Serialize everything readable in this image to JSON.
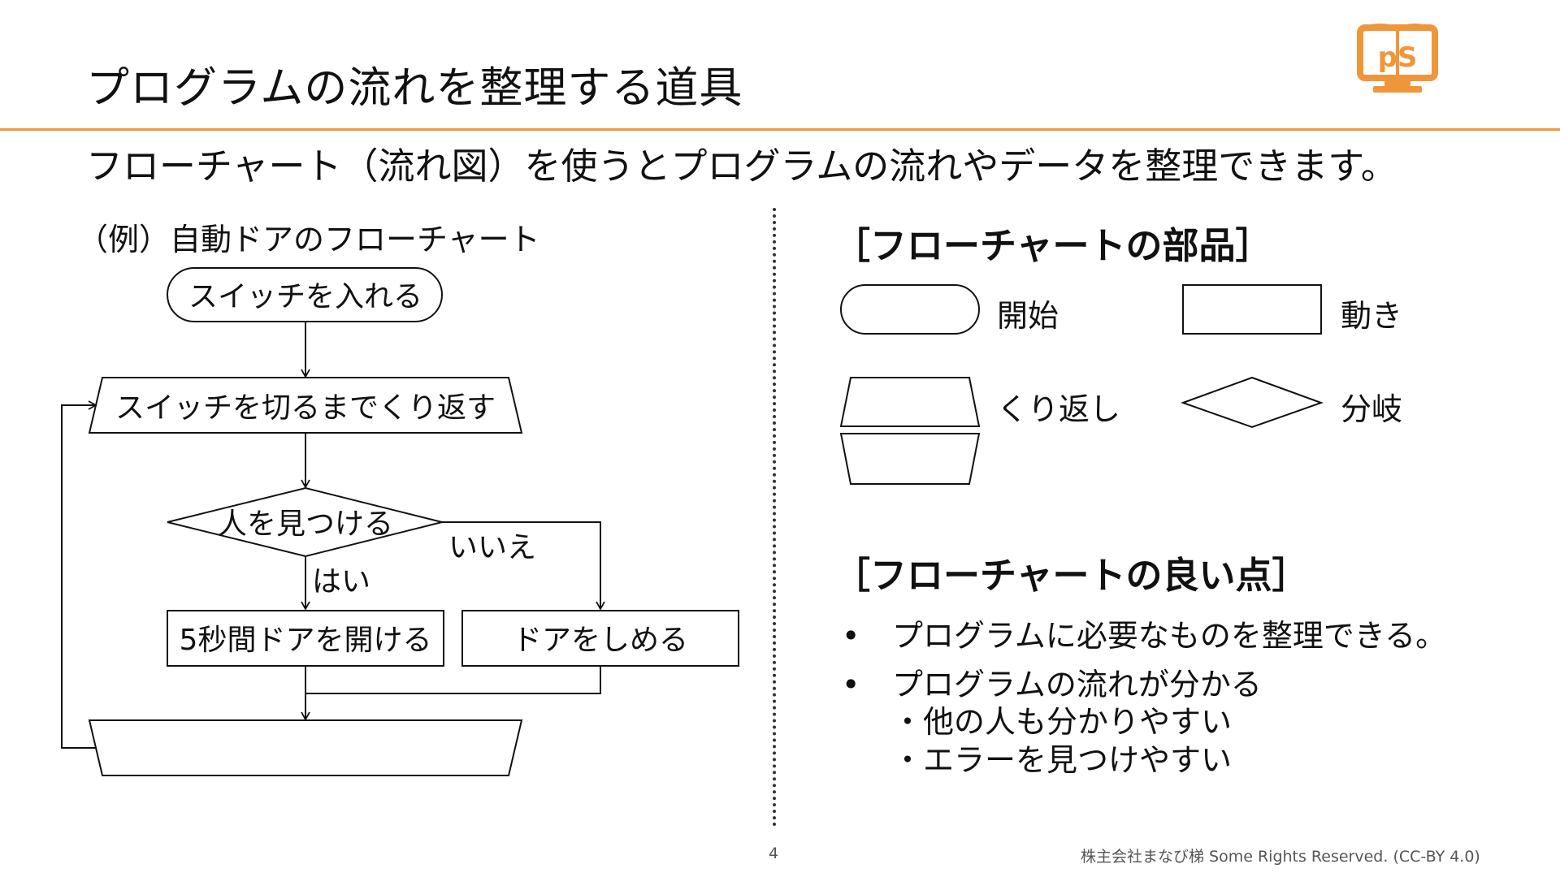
{
  "title": "プログラムの流れを整理する道具",
  "subtitle": "フローチャート（流れ図）を使うとプログラムの流れやデータを整理できます。",
  "logo": {
    "icon": "monitor-book-logo-icon",
    "text": "pS",
    "color": "#f0963a"
  },
  "accent_color": "#f0963a",
  "example": {
    "title": "（例）自動ドアのフローチャート",
    "start": "スイッチを入れる",
    "loop": "スイッチを切るまでくり返す",
    "decision": "人を見つける",
    "yes": "はい",
    "no": "いいえ",
    "action_yes": "5秒間ドアを開ける",
    "action_no": "ドアをしめる"
  },
  "parts": {
    "heading": "［フローチャートの部品］",
    "start": "開始",
    "action": "動き",
    "loop": "くり返し",
    "branch": "分岐"
  },
  "merits": {
    "heading": "［フローチャートの良い点］",
    "bullet": "•",
    "items": [
      "プログラムに必要なものを整理できる。",
      "プログラムの流れが分かる"
    ],
    "subitems": [
      "・他の人も分かりやすい",
      "・エラーを見つけやすい"
    ]
  },
  "footer": {
    "page": "4",
    "copyright": "株主会社まなび梯 Some Rights Reserved. (CC-BY 4.0)"
  }
}
